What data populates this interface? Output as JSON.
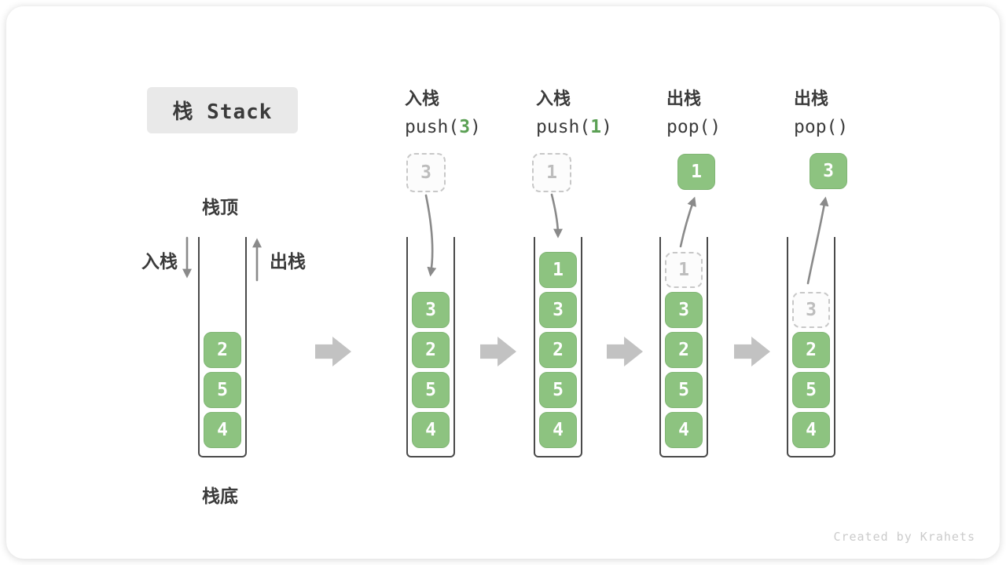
{
  "title": "栈 Stack",
  "side": {
    "push": "入栈",
    "pop": "出栈",
    "top": "栈顶",
    "bottom": "栈底"
  },
  "watermark": "Created by Krahets",
  "colors": {
    "cell_green": "#8dc380",
    "code_arg_green": "#5ba054",
    "curve_arrow_gray": "#8a8a8a",
    "block_arrow_gray": "#c2c2c2",
    "ghost_border_gray": "#c8c8c8",
    "title_bg": "#e9e9e9",
    "text_dark": "#3b3b3b",
    "watermark_gray": "#cbcbcb"
  },
  "columns": [
    {
      "name": "initial-stack",
      "items": [
        "2",
        "5",
        "4"
      ]
    },
    {
      "name": "after-push-3",
      "label": "入栈",
      "code_pre": "push(",
      "code_arg": "3",
      "code_post": ")",
      "float_value": "3",
      "items": [
        "3",
        "2",
        "5",
        "4"
      ]
    },
    {
      "name": "after-push-1",
      "label": "入栈",
      "code_pre": "push(",
      "code_arg": "1",
      "code_post": ")",
      "float_value": "1",
      "items": [
        "1",
        "3",
        "2",
        "5",
        "4"
      ]
    },
    {
      "name": "after-pop-1",
      "label": "出栈",
      "code_pre": "pop()",
      "code_arg": "",
      "code_post": "",
      "float_value": "1",
      "ghost_value": "1",
      "items": [
        "3",
        "2",
        "5",
        "4"
      ]
    },
    {
      "name": "after-pop-3",
      "label": "出栈",
      "code_pre": "pop()",
      "code_arg": "",
      "code_post": "",
      "float_value": "3",
      "ghost_value": "3",
      "items": [
        "2",
        "5",
        "4"
      ]
    }
  ]
}
